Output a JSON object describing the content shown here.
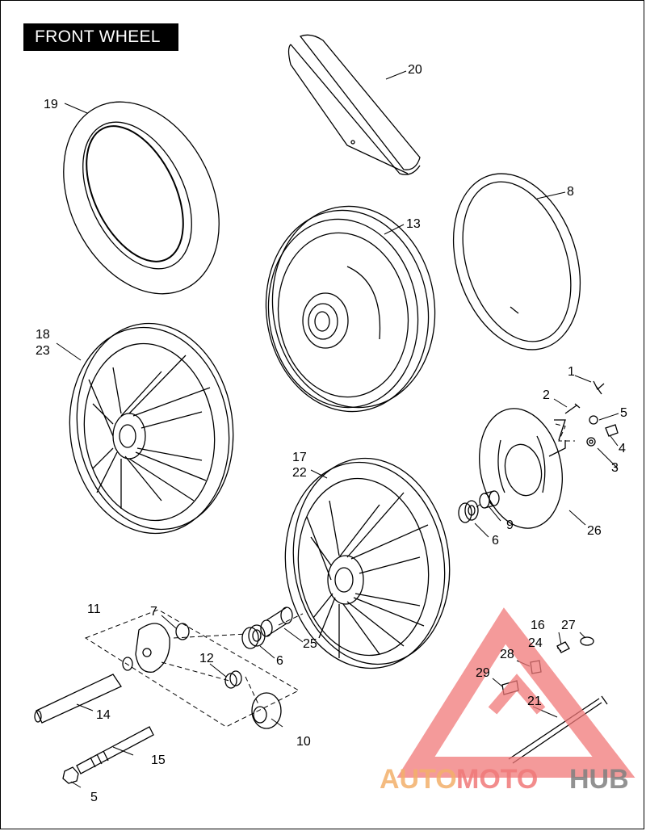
{
  "title": "FRONT WHEEL",
  "callouts": {
    "c1": "1",
    "c2": "2",
    "c3": "3",
    "c4": "4",
    "c5a": "5",
    "c5b": "5",
    "c6a": "6",
    "c6b": "6",
    "c7": "7",
    "c8": "8",
    "c9": "9",
    "c10": "10",
    "c11": "11",
    "c12": "12",
    "c13": "13",
    "c14": "14",
    "c15": "15",
    "c16": "16",
    "c17": "17",
    "c18": "18",
    "c19": "19",
    "c20": "20",
    "c21": "21",
    "c22": "22",
    "c23": "23",
    "c24": "24",
    "c25": "25",
    "c26": "26",
    "c27": "27",
    "c28": "28",
    "c29": "29"
  },
  "watermark": {
    "part1": "AUTO",
    "part2": "MOTO",
    "part3": "HUB"
  },
  "colors": {
    "line": "#000000",
    "wm_orange": "#f3b06a",
    "wm_red": "#f07878",
    "wm_gray": "#808080"
  }
}
